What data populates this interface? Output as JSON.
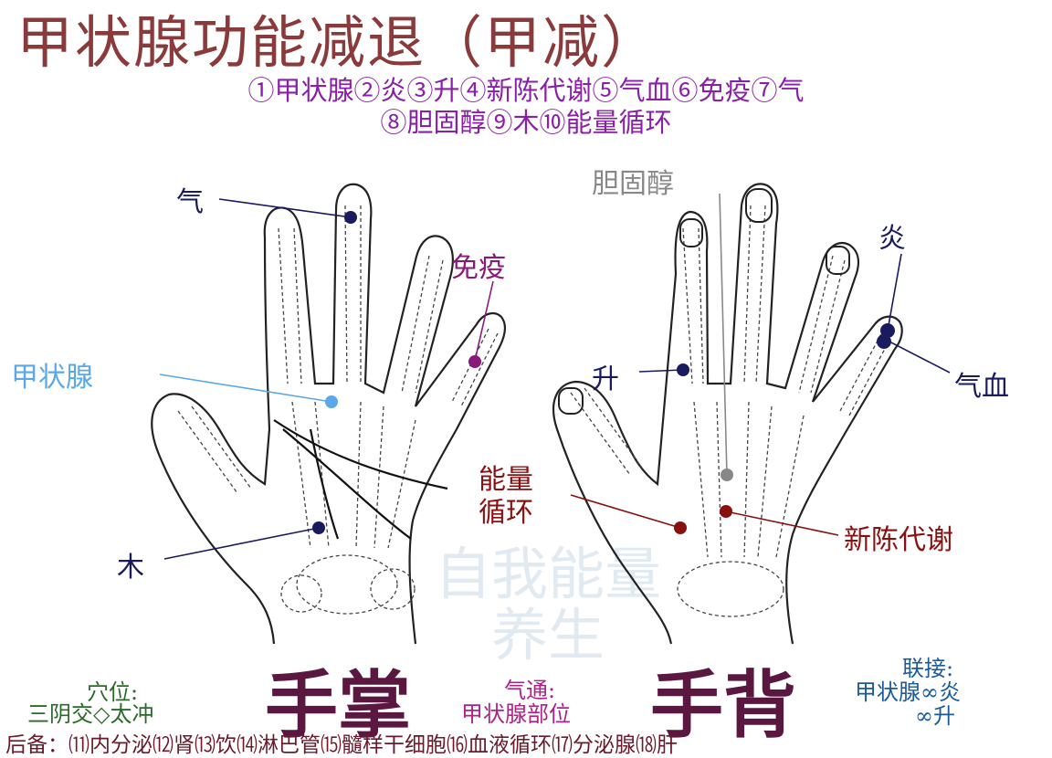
{
  "title": "甲状腺功能减退（甲减）",
  "legend": {
    "line1": "①甲状腺②炎③升④新陈代谢⑤气血⑥免疫⑦气",
    "line2": "⑧胆固醇⑨木⑩能量循环"
  },
  "labels": {
    "qi": "气",
    "mianyi": "免疫",
    "jiazhuangxian": "甲状腺",
    "mu": "木",
    "danguchun": "胆固醇",
    "yan": "炎",
    "sheng": "升",
    "qixue": "气血",
    "nengliang_1": "能量",
    "nengliang_2": "循环",
    "xinchendaixie": "新陈代谢"
  },
  "captions": {
    "palm": "手掌",
    "back": "手背",
    "xuewei_label": "穴位:",
    "xuewei_value": "三阴交◇太冲",
    "qitong_label": "气通:",
    "qitong_value": "甲状腺部位",
    "lianjie_label": "联接:",
    "lianjie_line1": "甲状腺∞炎",
    "lianjie_line2": "∞升"
  },
  "footer": "后备：⑾内分泌⑿肾⒀饮⒁淋巴管⒂髓样干细胞⒃血液循环⒄分泌腺⒅肝",
  "watermark": {
    "line1": "自我能量",
    "line2": "养生"
  },
  "colors": {
    "title": "#8a3a3a",
    "legend": "#8a1fa8",
    "navy": "#1a1a5e",
    "purple": "#8a1a7a",
    "lightblue": "#5aa8e8",
    "gray": "#888888",
    "darkred": "#8a1010",
    "green": "#2a6a2a",
    "magenta": "#b0208a",
    "teal": "#1a5a9a",
    "caption": "#5a1840"
  }
}
